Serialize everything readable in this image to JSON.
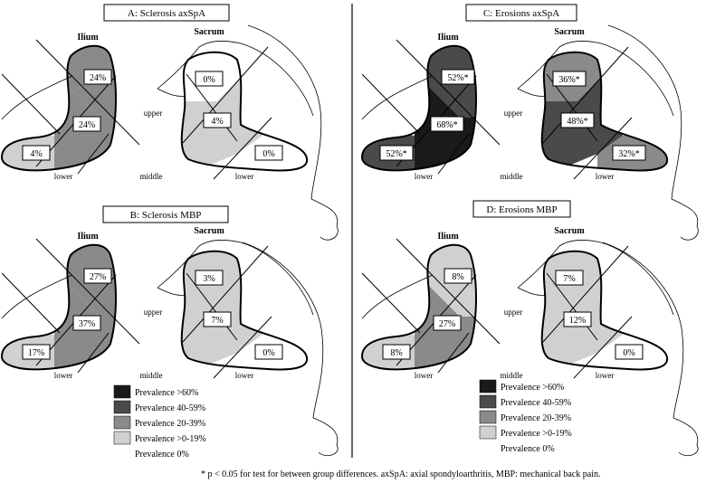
{
  "legend_items": [
    {
      "label": "Prevalence >60%",
      "color": "#1a1a1a"
    },
    {
      "label": "Prevalence 40-59%",
      "color": "#4a4a4a"
    },
    {
      "label": "Prevalence 20-39%",
      "color": "#8a8a8a"
    },
    {
      "label": "Prevalence >0-19%",
      "color": "#d0d0d0"
    },
    {
      "label": "Prevalence 0%",
      "color": "#ffffff"
    }
  ],
  "region_labels": {
    "ilium": "Ilium",
    "sacrum": "Sacrum",
    "upper": "upper",
    "middle": "middle",
    "lower": "lower"
  },
  "panels": [
    {
      "title": "A: Sclerosis axSpA",
      "ilium": {
        "upper": {
          "value": "24%",
          "color": "#8a8a8a"
        },
        "middle": {
          "value": "24%",
          "color": "#8a8a8a"
        },
        "lower": {
          "value": "4%",
          "color": "#d0d0d0"
        }
      },
      "sacrum": {
        "upper": {
          "value": "0%",
          "color": "#ffffff"
        },
        "middle": {
          "value": "4%",
          "color": "#d0d0d0"
        },
        "lower": {
          "value": "0%",
          "color": "#ffffff"
        }
      },
      "show_middle_label": true
    },
    {
      "title": "B: Sclerosis MBP",
      "ilium": {
        "upper": {
          "value": "27%",
          "color": "#8a8a8a"
        },
        "middle": {
          "value": "37%",
          "color": "#8a8a8a"
        },
        "lower": {
          "value": "17%",
          "color": "#d0d0d0"
        }
      },
      "sacrum": {
        "upper": {
          "value": "3%",
          "color": "#d0d0d0"
        },
        "middle": {
          "value": "7%",
          "color": "#d0d0d0"
        },
        "lower": {
          "value": "0%",
          "color": "#ffffff"
        }
      },
      "show_middle_label": true
    },
    {
      "title": "C: Erosions axSpA",
      "ilium": {
        "upper": {
          "value": "52%*",
          "color": "#4a4a4a"
        },
        "middle": {
          "value": "68%*",
          "color": "#1a1a1a"
        },
        "lower": {
          "value": "52%*",
          "color": "#4a4a4a"
        }
      },
      "sacrum": {
        "upper": {
          "value": "36%*",
          "color": "#8a8a8a"
        },
        "middle": {
          "value": "48%*",
          "color": "#4a4a4a"
        },
        "lower": {
          "value": "32%*",
          "color": "#8a8a8a"
        }
      },
      "show_middle_label": true
    },
    {
      "title": "D: Erosions MBP",
      "ilium": {
        "upper": {
          "value": "8%",
          "color": "#d0d0d0"
        },
        "middle": {
          "value": "27%",
          "color": "#8a8a8a"
        },
        "lower": {
          "value": "8%",
          "color": "#d0d0d0"
        }
      },
      "sacrum": {
        "upper": {
          "value": "7%",
          "color": "#d0d0d0"
        },
        "middle": {
          "value": "12%",
          "color": "#d0d0d0"
        },
        "lower": {
          "value": "0%",
          "color": "#ffffff"
        }
      },
      "show_middle_label": true
    }
  ],
  "footnote": "* p < 0.05 for test for between group differences. axSpA: axial spondyloarthritis, MBP: mechanical back pain."
}
